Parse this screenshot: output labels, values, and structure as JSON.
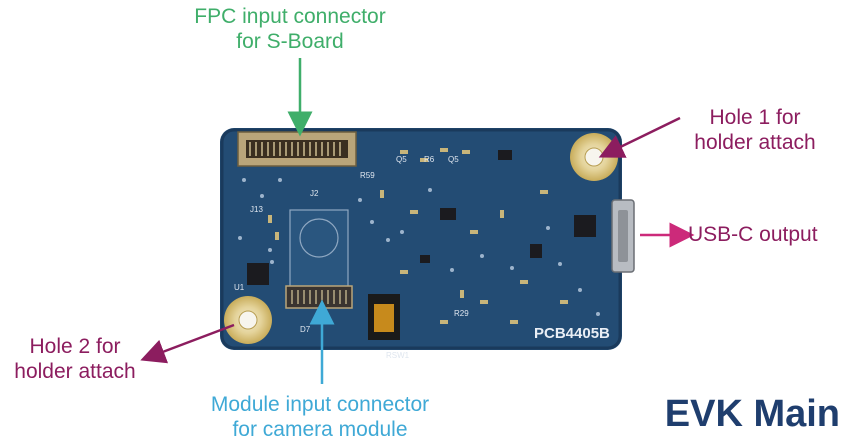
{
  "title": "EVK Main",
  "board": {
    "silkscreen_id": "PCB4405B",
    "components": [
      {
        "label": "J2"
      },
      {
        "label": "Q5"
      },
      {
        "label": "R6"
      },
      {
        "label": "Q5"
      },
      {
        "label": "R59"
      },
      {
        "label": "J13"
      },
      {
        "label": "R29"
      },
      {
        "label": "RSW1"
      },
      {
        "label": "D7"
      },
      {
        "label": "U1"
      }
    ]
  },
  "callouts": {
    "fpc": {
      "line1": "FPC input connector",
      "line2": "for S-Board",
      "color": "#3fae6a"
    },
    "hole1": {
      "line1": "Hole 1 for",
      "line2": "holder attach",
      "color": "#8c1d5f"
    },
    "usbc": {
      "line1": "USB-C output",
      "color": "#8c1d5f"
    },
    "hole2": {
      "line1": "Hole 2 for",
      "line2": "holder attach",
      "color": "#8c1d5f"
    },
    "module": {
      "line1": "Module input connector",
      "line2": "for camera module",
      "color": "#3fa9d6"
    }
  },
  "colors": {
    "pcb": "#234c74",
    "pcb_dark": "#1a3a5c",
    "gold": "#d8c27a",
    "connector": "#b9a57a",
    "title": "#1f3e6e"
  }
}
